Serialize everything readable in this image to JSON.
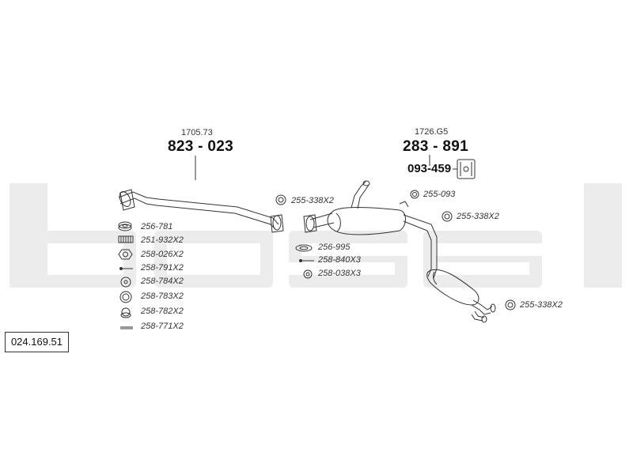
{
  "watermark_text": "bosal",
  "reference_number": "024.169.51",
  "front_pipe": {
    "code": "1705.73",
    "part_number": "823 - 023"
  },
  "rear_section": {
    "code": "1726.G5",
    "part_number": "283 - 891"
  },
  "bracket_part": "093-459",
  "left_parts": [
    "256-781",
    "251-932X2",
    "258-026X2",
    "258-791X2",
    "258-784X2",
    "258-783X2",
    "258-782X2",
    "258-771X2"
  ],
  "middle_parts": [
    "255-338X2",
    "256-995",
    "258-840X3",
    "258-038X3"
  ],
  "right_parts": [
    "255-093",
    "255-338X2",
    "255-338X2"
  ]
}
